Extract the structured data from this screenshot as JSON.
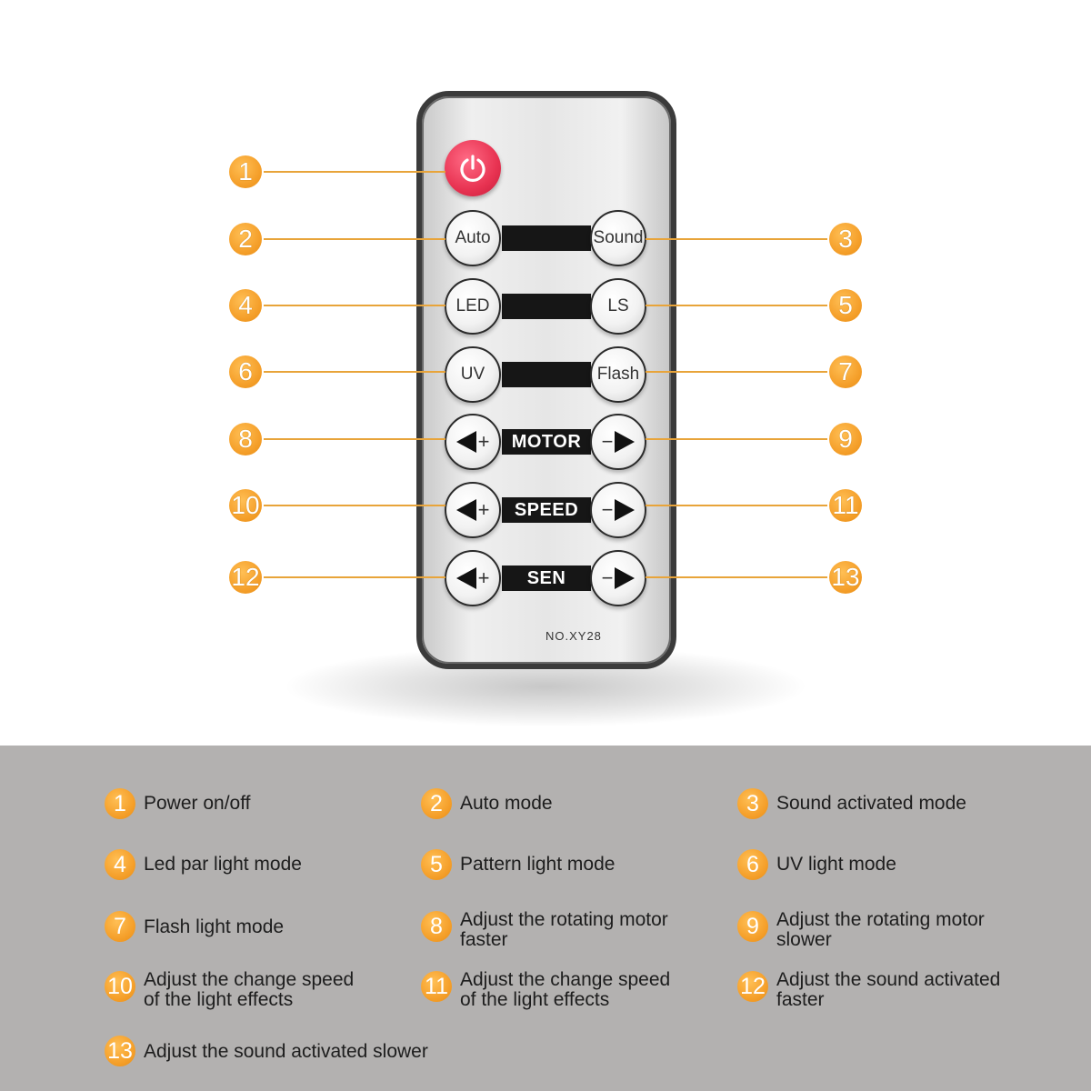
{
  "remote": {
    "buttons": {
      "auto": "Auto",
      "sound": "Sound",
      "led": "LED",
      "ls": "LS",
      "uv": "UV",
      "flash": "Flash",
      "plus": "+",
      "minus": "−"
    },
    "strips": {
      "motor": "MOTOR",
      "speed": "SPEED",
      "sen": "SEN"
    },
    "model": "NO.XY28"
  },
  "callouts": [
    "1",
    "2",
    "3",
    "4",
    "5",
    "6",
    "7",
    "8",
    "9",
    "10",
    "11",
    "12",
    "13"
  ],
  "legend": [
    {
      "num": "1",
      "text": "Power on/off"
    },
    {
      "num": "2",
      "text": "Auto mode"
    },
    {
      "num": "3",
      "text": "Sound activated mode"
    },
    {
      "num": "4",
      "text": "Led par light mode"
    },
    {
      "num": "5",
      "text": "Pattern light mode"
    },
    {
      "num": "6",
      "text": "UV light mode"
    },
    {
      "num": "7",
      "text": "Flash light mode"
    },
    {
      "num": "8",
      "text": "Adjust the rotating motor faster"
    },
    {
      "num": "9",
      "text": "Adjust the rotating motor slower"
    },
    {
      "num": "10",
      "text": "Adjust the change speed of the light effects"
    },
    {
      "num": "11",
      "text": "Adjust the change speed of the light effects"
    },
    {
      "num": "12",
      "text": "Adjust the sound activated faster"
    },
    {
      "num": "13",
      "text": "Adjust the sound activated slower"
    }
  ],
  "colors": {
    "accent": "#f5a02b",
    "power": "#e83352",
    "legend_bg": "#b3b1b0"
  }
}
